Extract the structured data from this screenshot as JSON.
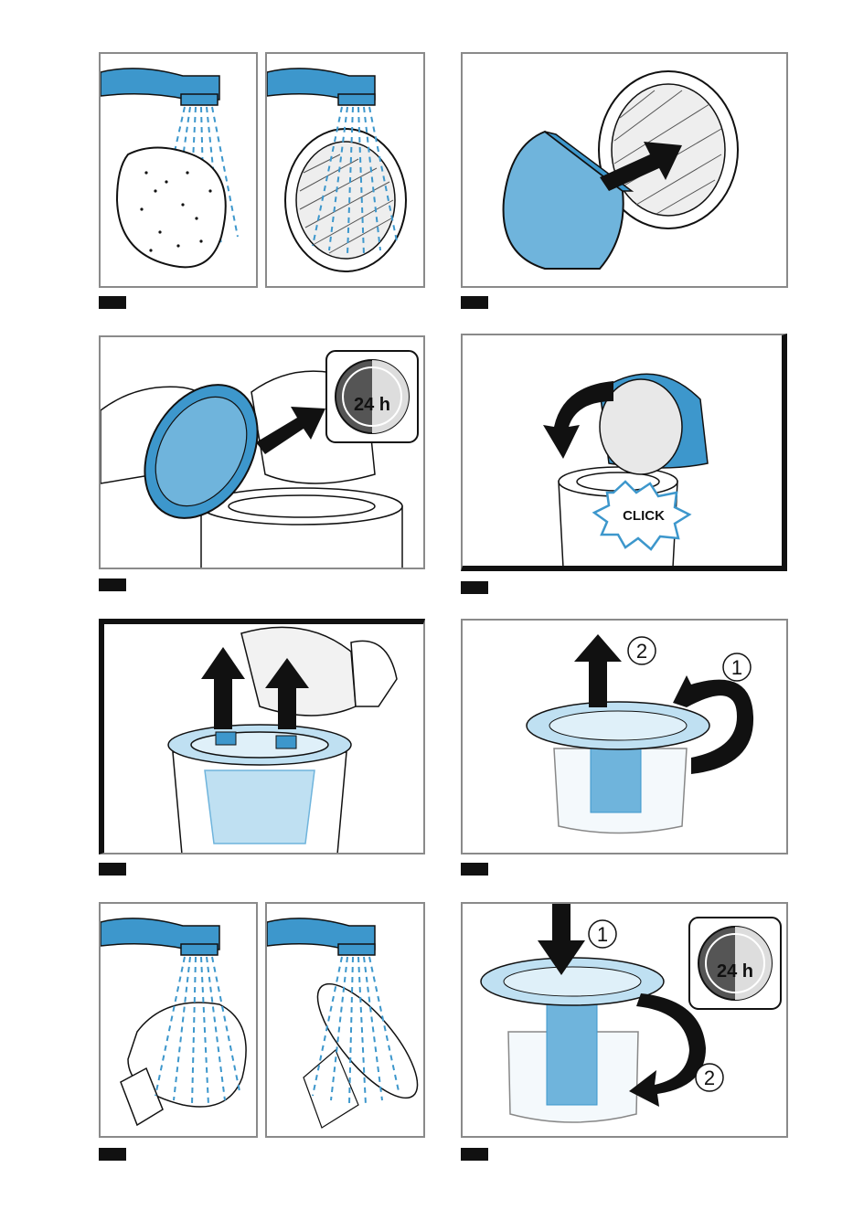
{
  "colors": {
    "blue": "#3d97cc",
    "light_blue": "#6fb4dc",
    "pale_blue": "#bfe0f2",
    "black": "#111111",
    "grey": "#8a8a8a"
  },
  "panels": [
    {
      "id": "a",
      "icons": [
        "faucet-icon",
        "sponge-filter-icon"
      ]
    },
    {
      "id": "b",
      "icons": [
        "faucet-icon",
        "mesh-filter-icon"
      ]
    },
    {
      "id": "c",
      "icons": [
        "sponge-filter-icon",
        "insert-arrow-icon",
        "mesh-filter-icon"
      ]
    },
    {
      "id": "d",
      "icons": [
        "hand-icon",
        "filter-cover-icon",
        "timer-icon"
      ],
      "timer_label": "24 h"
    },
    {
      "id": "e",
      "icons": [
        "rotate-arrow-icon",
        "click-burst-icon"
      ],
      "click_label": "CLICK"
    },
    {
      "id": "f",
      "icons": [
        "lift-arrow-icon"
      ]
    },
    {
      "id": "g",
      "icons": [
        "lift-arrow-icon",
        "rotate-arrow-icon"
      ],
      "step1": "1",
      "step2": "2"
    },
    {
      "id": "h",
      "icons": [
        "faucet-icon",
        "cyclone-icon"
      ]
    },
    {
      "id": "i",
      "icons": [
        "faucet-icon",
        "cyclone-lid-icon"
      ]
    },
    {
      "id": "j",
      "icons": [
        "press-arrow-icon",
        "rotate-arrow-icon",
        "timer-icon"
      ],
      "step1": "1",
      "step2": "2",
      "timer_label": "24 h"
    }
  ]
}
